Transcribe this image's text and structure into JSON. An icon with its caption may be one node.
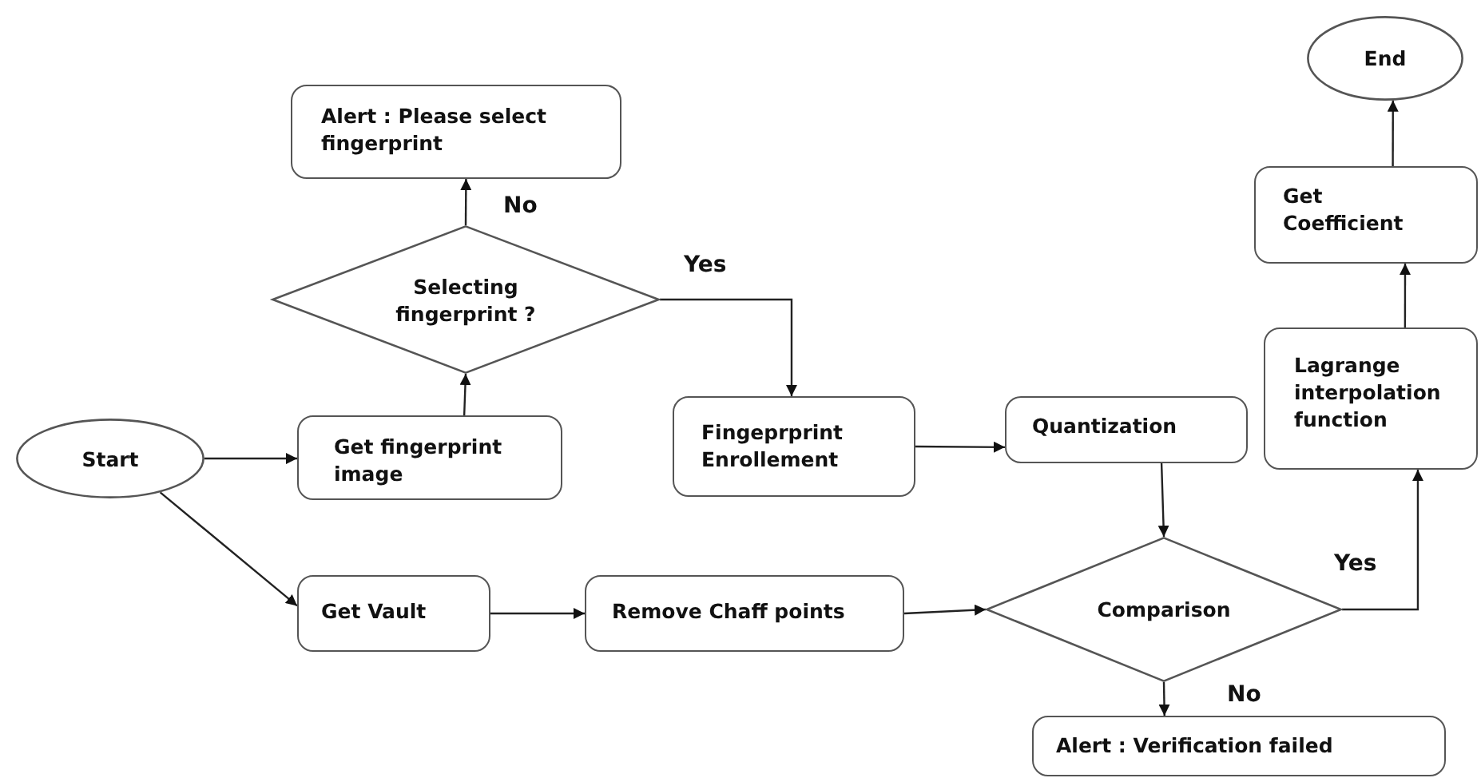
{
  "diagram": {
    "nodes": [
      {
        "text": [
          "Start"
        ]
      },
      {
        "text": [
          "Get fingerprint image"
        ]
      },
      {
        "text": [
          "Selecting fingerprint ?"
        ]
      },
      {
        "text": [
          "Alert : Please select fingerprint"
        ]
      },
      {
        "text": [
          "Fingeprprint Enrollement"
        ]
      },
      {
        "text": [
          "Quantization"
        ]
      },
      {
        "text": [
          "Get Vault"
        ]
      },
      {
        "text": [
          "Remove Chaff points"
        ]
      },
      {
        "text": [
          "Comparison"
        ]
      },
      {
        "text": [
          "Alert : Verification failed"
        ]
      },
      {
        "text": [
          "Lagrange interpolation function"
        ]
      },
      {
        "text": [
          "Get Coefficient"
        ]
      },
      {
        "text": [
          "End"
        ]
      }
    ],
    "edges": [
      {
        "from": 0,
        "to": 1,
        "arrow": "to"
      },
      {
        "from": 1,
        "to": 2,
        "arrow": "to"
      },
      {
        "from": 2,
        "to": 3,
        "arrow": "to",
        "label": "No"
      },
      {
        "from": 2,
        "to": 4,
        "arrow": "to",
        "label": "Yes"
      },
      {
        "from": 0,
        "to": 6,
        "arrow": "to"
      },
      {
        "from": 6,
        "to": 7,
        "arrow": "to"
      },
      {
        "from": 4,
        "to": 5,
        "arrow": "to"
      },
      {
        "from": 5,
        "to": 8,
        "arrow": "to"
      },
      {
        "from": 7,
        "to": 8,
        "arrow": "to"
      },
      {
        "from": 8,
        "to": 9,
        "arrow": "to",
        "label": "No"
      },
      {
        "from": 8,
        "to": 10,
        "arrow": "to",
        "label": "Yes"
      },
      {
        "from": 10,
        "to": 11,
        "arrow": "to"
      },
      {
        "from": 11,
        "to": 12,
        "arrow": "to"
      }
    ]
  }
}
